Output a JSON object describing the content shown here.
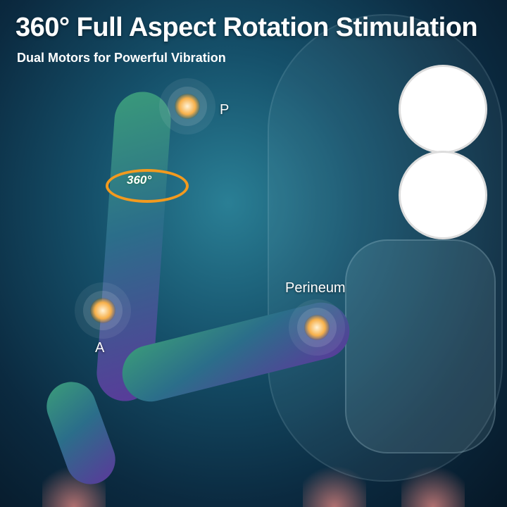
{
  "header": {
    "title": "360° Full Aspect Rotation Stimulation",
    "subtitle": "Dual Motors for Powerful Vibration"
  },
  "callouts": {
    "rotation_badge": "360°",
    "point_p": "P",
    "point_a": "A",
    "point_perineum": "Perineum"
  },
  "insets": [
    {
      "name": "bend-illustration"
    },
    {
      "name": "vibration-illustration"
    }
  ],
  "colors": {
    "accent_orange": "#f39a1e",
    "background_deep": "#0b2a40",
    "background_light": "#2a7f95"
  }
}
